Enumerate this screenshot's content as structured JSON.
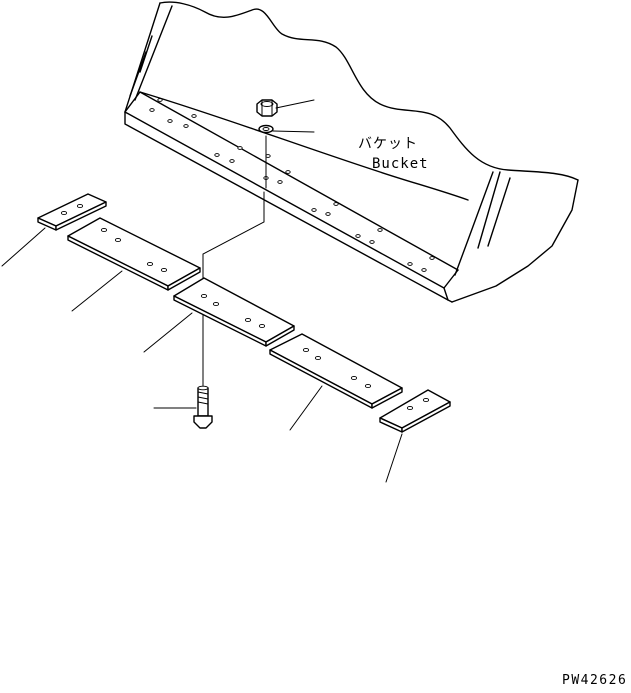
{
  "labels": {
    "bucket_jp": "バケット",
    "bucket_en": "Bucket",
    "drawing_number": "PW42626"
  },
  "colors": {
    "line": "#000000",
    "background": "#ffffff"
  }
}
